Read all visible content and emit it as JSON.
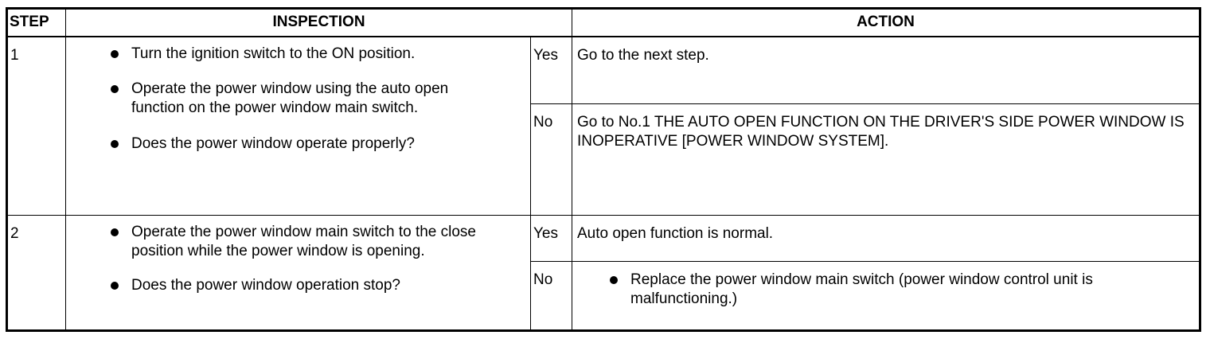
{
  "headers": {
    "step": "STEP",
    "inspection": "INSPECTION",
    "action": "ACTION"
  },
  "rows": [
    {
      "step": "1",
      "inspection": [
        "Turn the ignition switch to the ON position.",
        "Operate the power window using the auto open function on the power window main switch.",
        "Does the power window operate properly?"
      ],
      "yes_label": "Yes",
      "yes_action": "Go to the next step.",
      "no_label": "No",
      "no_action": "Go to No.1 THE AUTO OPEN FUNCTION ON THE DRIVER'S SIDE POWER WINDOW IS INOPERATIVE [POWER WINDOW SYSTEM]."
    },
    {
      "step": "2",
      "inspection": [
        "Operate the power window main switch to the close position while the power window is opening.",
        "Does the power window operation stop?"
      ],
      "yes_label": "Yes",
      "yes_action": "Auto open function is normal.",
      "no_label": "No",
      "no_action": "Replace the power window main switch (power window control unit is malfunctioning.)"
    }
  ]
}
